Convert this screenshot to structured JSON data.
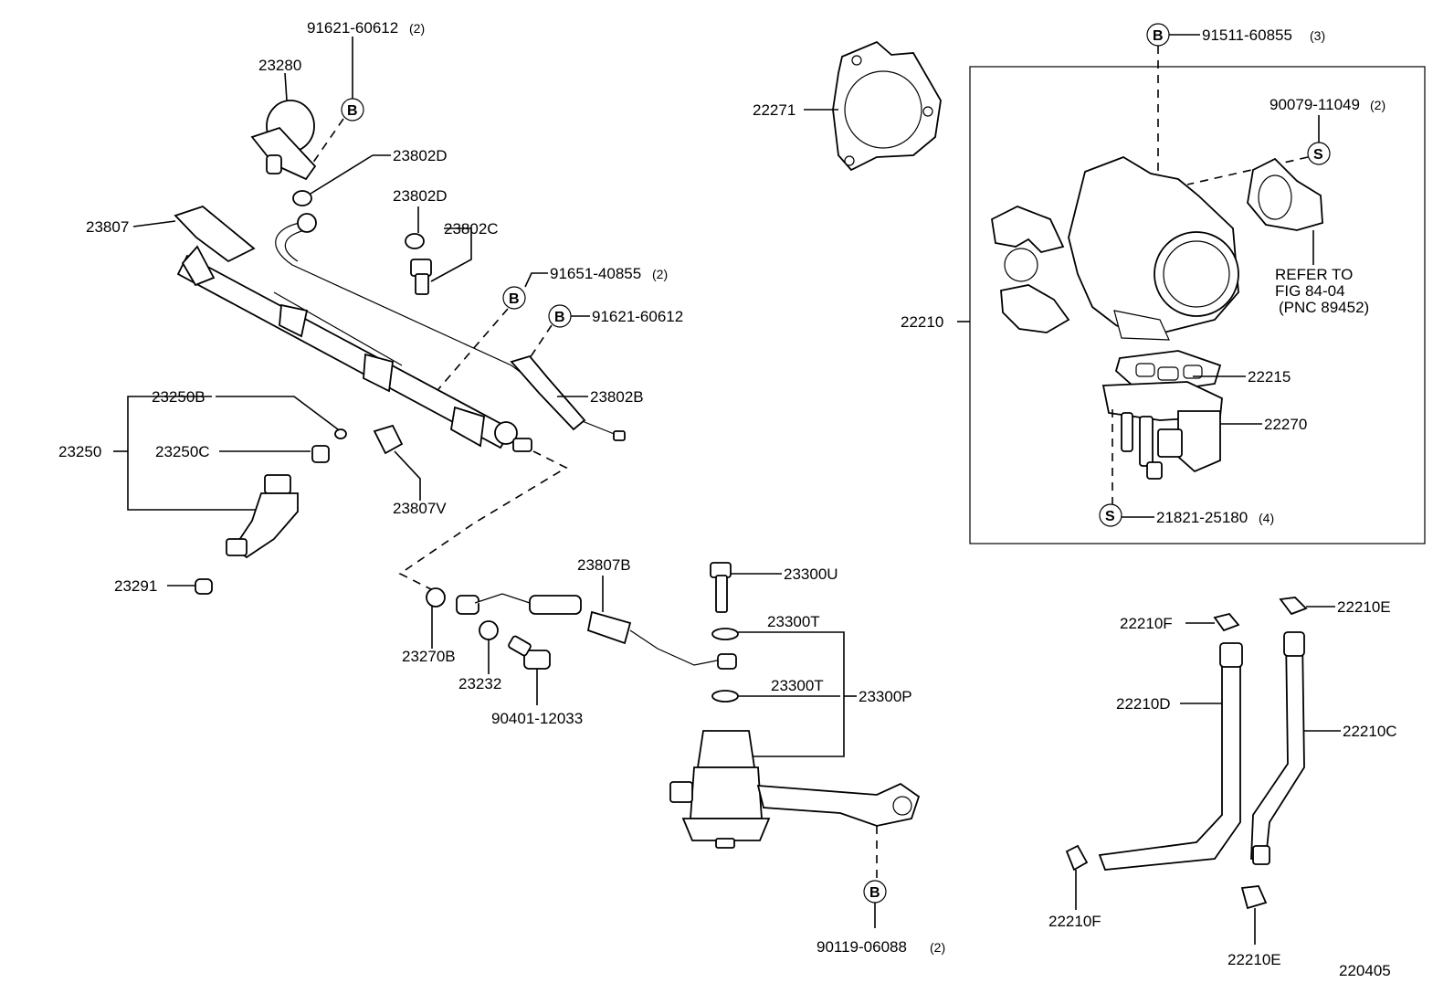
{
  "labels": {
    "p91621_60612_top": "91621-60612",
    "p91621_60612_top_qty": "(2)",
    "p23280": "23280",
    "p23802D_a": "23802D",
    "p23802D_b": "23802D",
    "p23802C": "23802C",
    "p23807": "23807",
    "p91651_40855": "91651-40855",
    "p91651_40855_qty": "(2)",
    "p91621_60612_mid": "91621-60612",
    "p23802B": "23802B",
    "p23250B": "23250B",
    "p23250": "23250",
    "p23250C": "23250C",
    "p23807V": "23807V",
    "p23291": "23291",
    "p23807B": "23807B",
    "p23300U": "23300U",
    "p23300T_a": "23300T",
    "p23300T_b": "23300T",
    "p23300P": "23300P",
    "p23270B": "23270B",
    "p23232": "23232",
    "p90401_12033": "90401-12033",
    "p90119_06088": "90119-06088",
    "p90119_06088_qty": "(2)",
    "p22271": "22271",
    "p91511_60855": "91511-60855",
    "p91511_60855_qty": "(3)",
    "p90079_11049": "90079-11049",
    "p90079_11049_qty": "(2)",
    "p22210": "22210",
    "refer_1": "REFER TO",
    "refer_2": "FIG 84-04",
    "refer_3": "(PNC 89452)",
    "p22215": "22215",
    "p22270": "22270",
    "p21821_25180": "21821-25180",
    "p21821_25180_qty": "(4)",
    "p22210F_a": "22210F",
    "p22210E_a": "22210E",
    "p22210D": "22210D",
    "p22210C": "22210C",
    "p22210F_b": "22210F",
    "p22210E_b": "22210E",
    "diagram_code": "220405"
  },
  "markers": {
    "B": "B",
    "S": "S"
  },
  "colors": {
    "ink": "#000000",
    "paper": "#ffffff"
  }
}
